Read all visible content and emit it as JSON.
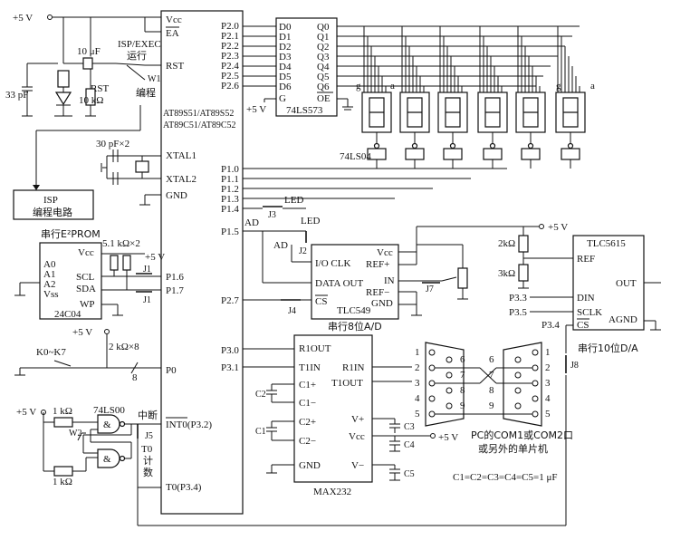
{
  "mcu": {
    "vcc": "Vcc",
    "ea": "EA",
    "rst": "RST",
    "name1": "AT89S51/AT89S52",
    "name2": "AT89C51/AT89C52",
    "xtal1": "XTAL1",
    "xtal2": "XTAL2",
    "gnd": "GND",
    "p20": "P2.0",
    "p21": "P2.1",
    "p22": "P2.2",
    "p23": "P2.3",
    "p24": "P2.4",
    "p25": "P2.5",
    "p26": "P2.6",
    "p10": "P1.0",
    "p11": "P1.1",
    "p12": "P1.2",
    "p13": "P1.3",
    "p14": "P1.4",
    "p15": "P1.5",
    "p16": "P1.6",
    "p17": "P1.7",
    "p27": "P2.7",
    "p30": "P3.0",
    "p31": "P3.1",
    "p0": "P0",
    "int0": "INT0(P3.2)",
    "t0": "T0(P3.4)"
  },
  "latch": {
    "name": "74LS573",
    "d": [
      "D0",
      "D1",
      "D2",
      "D3",
      "D4",
      "D5",
      "D6"
    ],
    "q": [
      "Q0",
      "Q1",
      "Q2",
      "Q3",
      "Q4",
      "Q5",
      "Q6"
    ],
    "g": "G",
    "oe": "OE"
  },
  "power": {
    "plus5v": "+5 V"
  },
  "reset": {
    "cap": "10 μF",
    "isp_exec": "ISP/EXEC",
    "run": "运行",
    "rst": "RST",
    "res": "10 kΩ",
    "w1": "W1",
    "prog": "编程",
    "cap33": "33 pF"
  },
  "crystal": {
    "caps": "30 pF×2"
  },
  "isp": {
    "line1": "ISP",
    "line2": "编程电路"
  },
  "display": {
    "g": "g",
    "a": "a",
    "digit": "8",
    "inverter": "74LS04"
  },
  "eeprom": {
    "title": "串行E²PROM",
    "vcc": "Vcc",
    "a0": "A0",
    "a1": "A1",
    "a2": "A2",
    "vss": "Vss",
    "scl": "SCL",
    "sda": "SDA",
    "wp": "WP",
    "name": "24C04",
    "res": "5.1 kΩ×2",
    "j1": "J1",
    "j1b": "J1"
  },
  "keys": {
    "label": "K0~K7",
    "res": "2 kΩ×8",
    "bus": "8"
  },
  "interrupt": {
    "gate": "74LS00",
    "res1": "1 kΩ",
    "res2": "1 kΩ",
    "w": "W2",
    "int": "中断",
    "j5": "J5",
    "t0a": "T0",
    "t0b": "计",
    "t0c": "数"
  },
  "adc": {
    "title": "串行8位A/D",
    "name": "TLC549",
    "vcc": "Vcc",
    "ref_p": "REF+",
    "io_clk": "I/O CLK",
    "in": "IN",
    "data_out": "DATA OUT",
    "ref_m": "REF−",
    "cs": "CS",
    "gnd": "GND",
    "ad1": "AD",
    "ad2": "AD",
    "led1": "LED",
    "led2": "LED",
    "j2": "J2",
    "j3": "J3",
    "j4": "J4",
    "j7": "J7"
  },
  "dac": {
    "title": "串行10位D/A",
    "name": "TLC5615",
    "ref": "REF",
    "din": "DIN",
    "sclk": "SCLK",
    "cs": "CS",
    "out": "OUT",
    "agnd": "AGND",
    "p33": "P3.3",
    "p35": "P3.5",
    "p34": "P3.4",
    "r2": "2kΩ",
    "r3": "3kΩ",
    "j8": "J8"
  },
  "max232": {
    "name": "MAX232",
    "r1out": "R1OUT",
    "t1in": "T1IN",
    "r1in": "R1IN",
    "t1out": "T1OUT",
    "c1p": "C1+",
    "c1m": "C1−",
    "c2p": "C2+",
    "c2m": "C2−",
    "vp": "V+",
    "vcc": "Vcc",
    "vm": "V−",
    "gnd": "GND",
    "c1": "C1",
    "c2": "C2",
    "c3": "C3",
    "c4": "C4",
    "c5": "C5"
  },
  "db9": {
    "left_pins": [
      "1",
      "2",
      "3",
      "4",
      "5"
    ],
    "left_pins2": [
      "6",
      "7",
      "8",
      "9"
    ],
    "right_pins": [
      "1",
      "2",
      "3",
      "4",
      "5"
    ],
    "right_pins2": [
      "6",
      "7",
      "8",
      "9"
    ],
    "note1": "PC的COM1或COM2口",
    "note2": "或另外的单片机",
    "caps": "C1=C2=C3=C4=C5=1 μF"
  }
}
